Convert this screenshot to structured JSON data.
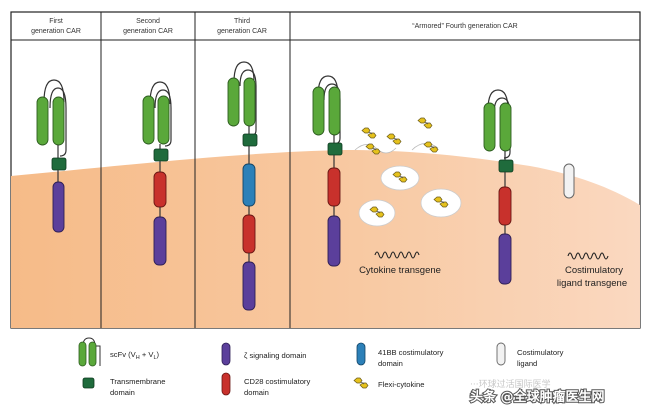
{
  "panels": [
    {
      "title": [
        "First",
        "generation CAR"
      ]
    },
    {
      "title": [
        "Second",
        "generation CAR"
      ]
    },
    {
      "title": [
        "Third",
        "generation CAR"
      ]
    },
    {
      "title": [
        "“Armored” Fourth generation CAR"
      ]
    }
  ],
  "annotations": {
    "cytokine_transgene": "Cytokine transgene",
    "costim_transgene_line1": "Costimulatory",
    "costim_transgene_line2": "ligand transgene"
  },
  "legend": {
    "scfv_prefix": "scFv (V",
    "scfv_h": "H",
    "scfv_mid": " + V",
    "scfv_l": "L",
    "scfv_suffix": ")",
    "transmembrane": [
      "Transmembrane",
      "domain"
    ],
    "zeta": "ζ signaling domain",
    "cd28": [
      "CD28 costimulatory",
      "domain"
    ],
    "bb41": [
      "41BB costimulatory",
      "domain"
    ],
    "flexi": "Flexi-cytokine",
    "ligand": [
      "Costimulatory",
      "ligand"
    ]
  },
  "colors": {
    "scfv": "#5aa83a",
    "transmembrane": "#1f6b3c",
    "zeta": "#5b3f9b",
    "cd28": "#c8312c",
    "bb41": "#2c80b8",
    "cytokine": "#e2c41e",
    "cell": "#f4c49a"
  },
  "watermark": {
    "faint": "···环球过活国际医学",
    "text": "头条 @全球肿瘤医生网"
  }
}
